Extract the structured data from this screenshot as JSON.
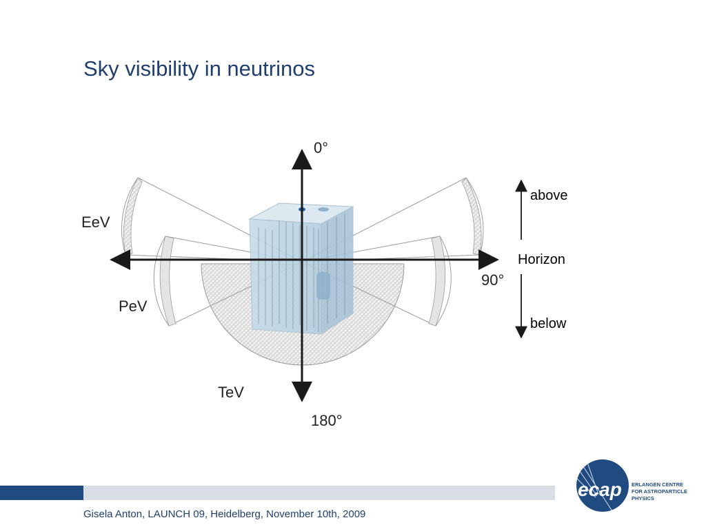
{
  "slide": {
    "title": "Sky visibility in neutrinos",
    "footer": "Gisela Anton,   LAUNCH 09,   Heidelberg,  November 10th, 2009"
  },
  "diagram": {
    "angle_top": "0°",
    "angle_side": "90°",
    "angle_bottom": "180°",
    "energy_eev": "EeV",
    "energy_pev": "PeV",
    "energy_tev": "TeV"
  },
  "horizon": {
    "above": "above",
    "horizon": "Horizon",
    "below": "below"
  },
  "logo": {
    "text": "ecap",
    "line1": "ERLANGEN CENTRE",
    "line2": "FOR ASTROPARTICLE",
    "line3": "PHYSICS"
  },
  "colors": {
    "title": "#1f3e6e",
    "bar_dark": "#1f4b80",
    "bar_light": "#d9dde4",
    "logo": "#1f4b80"
  }
}
